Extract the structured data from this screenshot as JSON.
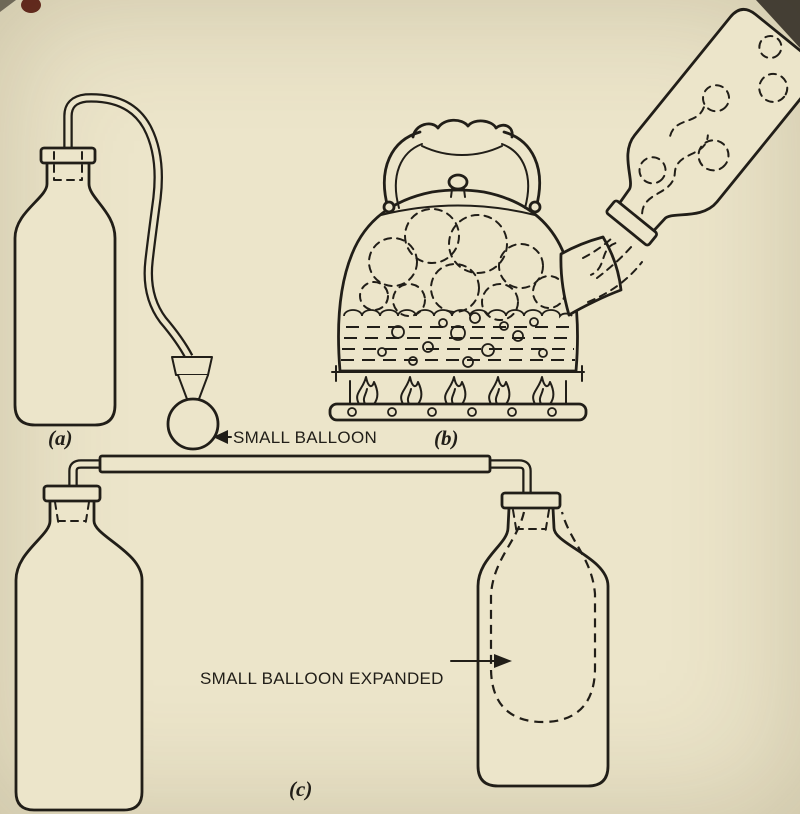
{
  "colors": {
    "paper": "#ece5ca",
    "ink": "#211e18",
    "stain": "#571b10",
    "shadow": "#2a251d"
  },
  "figure": {
    "description": "Book illustration of a steam-and-balloon experiment",
    "panels": [
      {
        "id": "a",
        "label": "(a)",
        "caption": "SMALL BALLOON"
      },
      {
        "id": "b",
        "label": "(b)",
        "caption": ""
      },
      {
        "id": "c",
        "label": "(c)",
        "caption": "SMALL BALLOON EXPANDED"
      }
    ]
  }
}
